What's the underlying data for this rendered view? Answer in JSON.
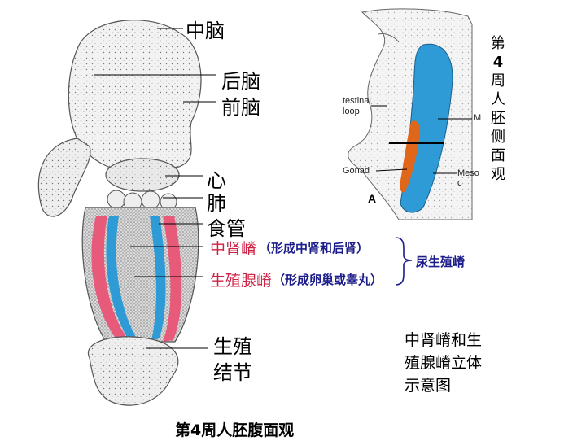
{
  "colors": {
    "mesonephric_ridge": "#e85a7a",
    "genital_ridge": "#2f9bd6",
    "gonad": "#e0661a",
    "bracket": "#1c1c8a",
    "embryo_fill": "#f2f2f2"
  },
  "ventral_view": {
    "labels": {
      "midbrain": "中脑",
      "hindbrain": "后脑",
      "forebrain": "前脑",
      "heart": "心",
      "lung": "肺",
      "esophagus": "食管",
      "mesonephric_ridge": "中肾嵴",
      "mesonephric_ridge_note": "（形成中肾和后肾）",
      "genital_ridge": "生殖腺嵴",
      "genital_ridge_note": "（形成卵巢或睾丸）",
      "urogenital_ridge": "尿生殖嵴",
      "genital_tubercle": "生殖\n结节"
    },
    "caption": "第4周人胚腹面观"
  },
  "lateral_view": {
    "labels": {
      "testinal_loop": "testinal\nloop",
      "gonad": "Gonad",
      "m_partial": "M",
      "meso_partial": "Meso\nc",
      "panel": "A"
    },
    "side_title": [
      "第",
      "4",
      "周",
      "人",
      "胚",
      "侧",
      "面",
      "观"
    ]
  },
  "summary_text": "中肾嵴和生\n殖腺嵴立体\n示意图"
}
